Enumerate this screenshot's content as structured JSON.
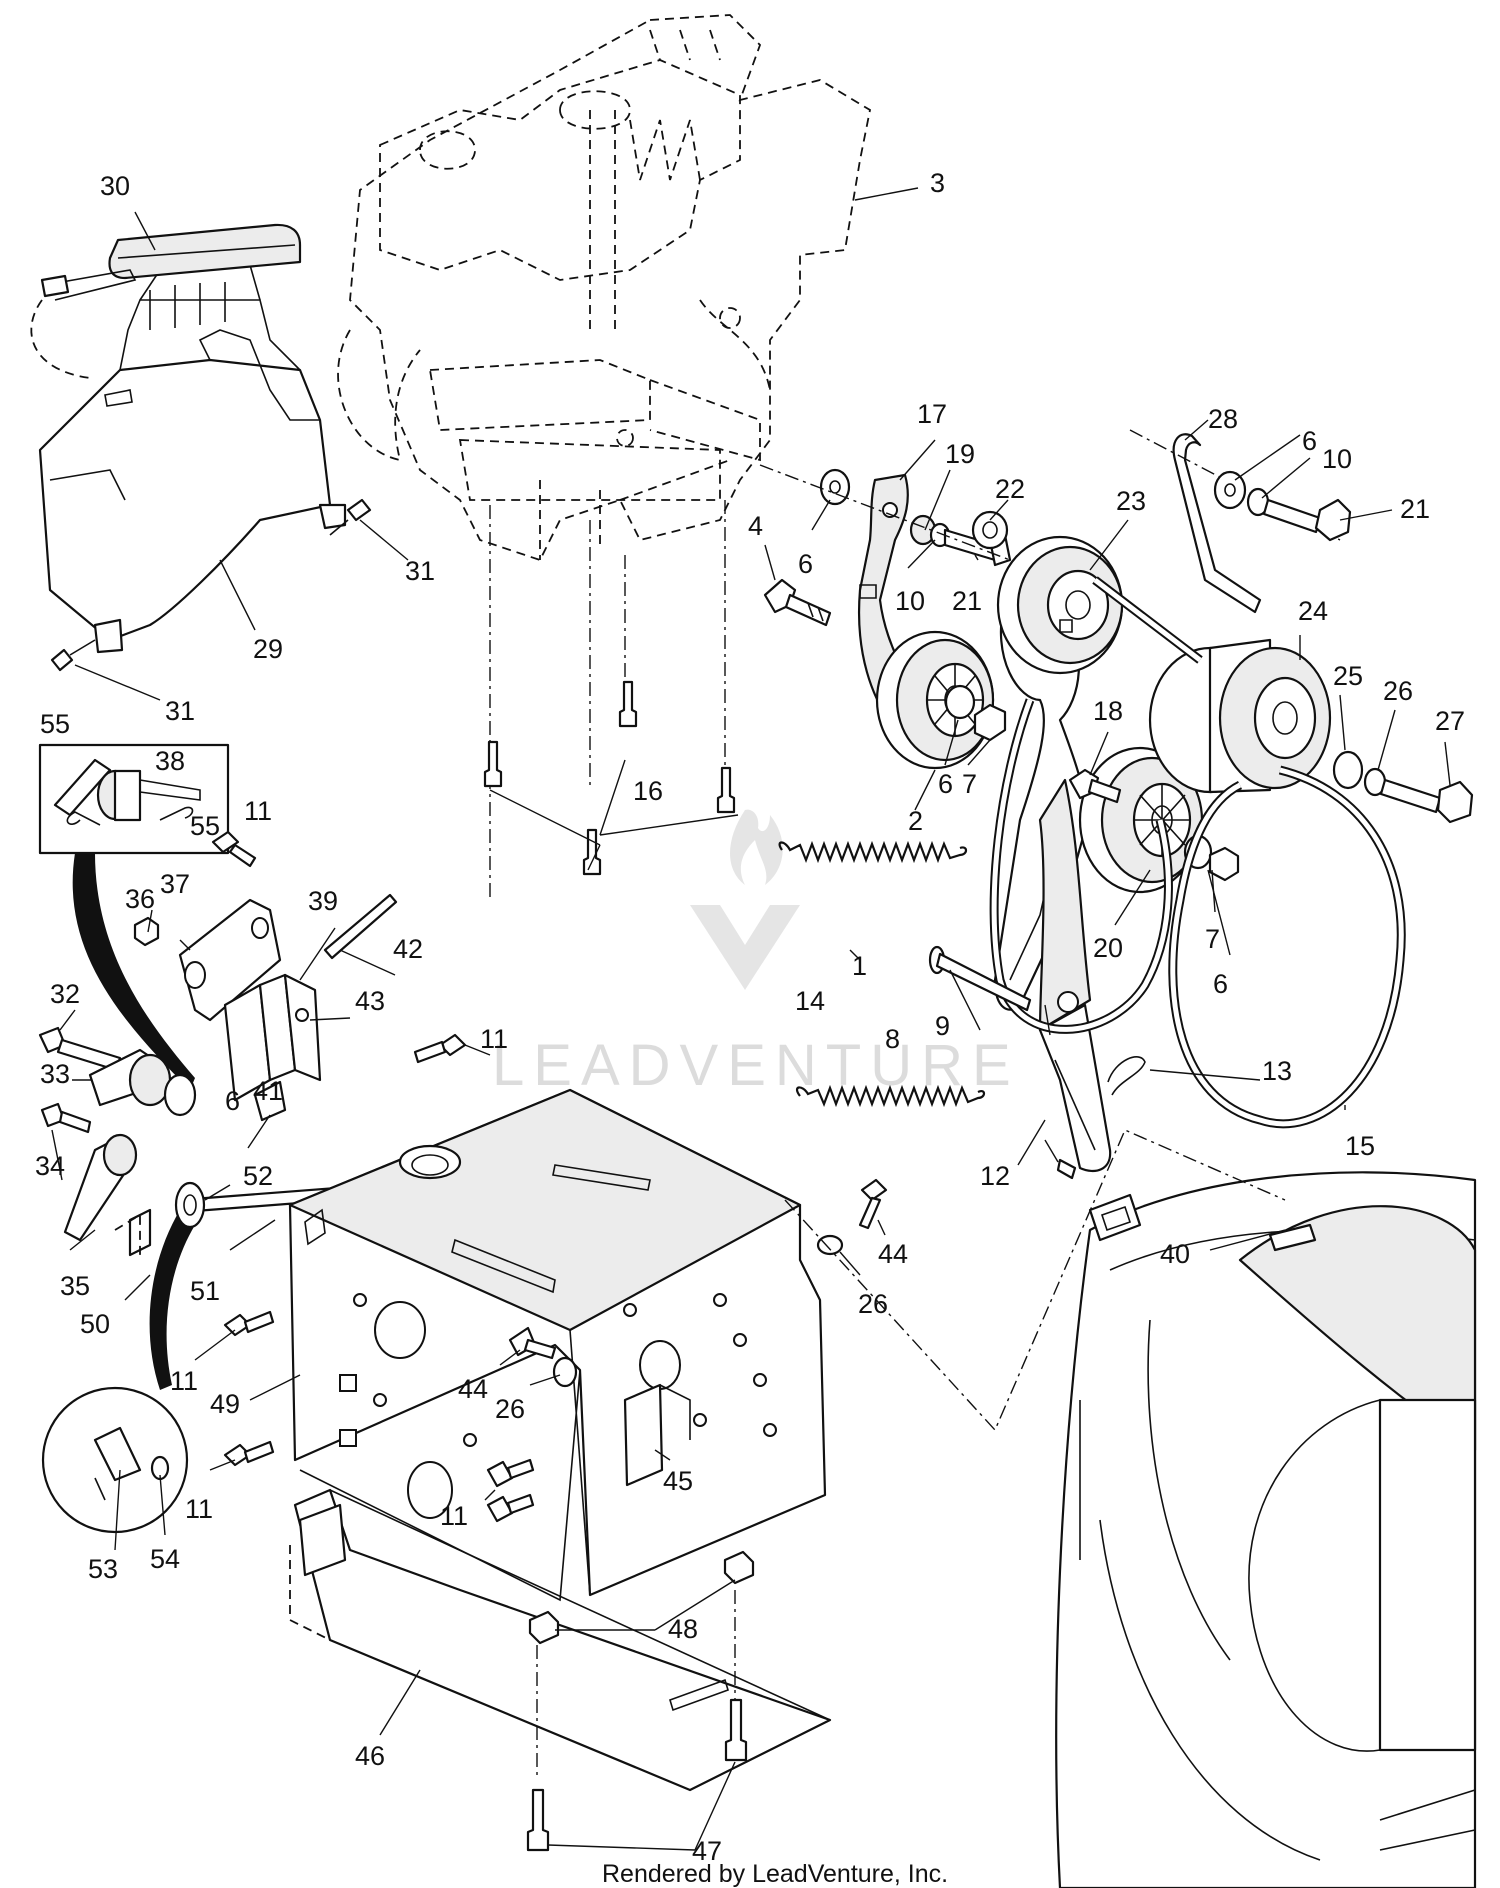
{
  "diagram": {
    "callouts": [
      {
        "id": "c30",
        "text": "30"
      },
      {
        "id": "c3",
        "text": "3"
      },
      {
        "id": "c31a",
        "text": "31"
      },
      {
        "id": "c29",
        "text": "29"
      },
      {
        "id": "c31b",
        "text": "31"
      },
      {
        "id": "c17",
        "text": "17"
      },
      {
        "id": "c19",
        "text": "19"
      },
      {
        "id": "c22",
        "text": "22"
      },
      {
        "id": "c28",
        "text": "28"
      },
      {
        "id": "c6a",
        "text": "6"
      },
      {
        "id": "c10a",
        "text": "10"
      },
      {
        "id": "c21a",
        "text": "21"
      },
      {
        "id": "c4",
        "text": "4"
      },
      {
        "id": "c6b",
        "text": "6"
      },
      {
        "id": "c10b",
        "text": "10"
      },
      {
        "id": "c21b",
        "text": "21"
      },
      {
        "id": "c23",
        "text": "23"
      },
      {
        "id": "c24",
        "text": "24"
      },
      {
        "id": "c25",
        "text": "25"
      },
      {
        "id": "c26a",
        "text": "26"
      },
      {
        "id": "c27",
        "text": "27"
      },
      {
        "id": "c18",
        "text": "18"
      },
      {
        "id": "c6c",
        "text": "6"
      },
      {
        "id": "c7a",
        "text": "7"
      },
      {
        "id": "c2",
        "text": "2"
      },
      {
        "id": "c16",
        "text": "16"
      },
      {
        "id": "c55a",
        "text": "55"
      },
      {
        "id": "c38",
        "text": "38"
      },
      {
        "id": "c55b",
        "text": "55"
      },
      {
        "id": "c11a",
        "text": "11"
      },
      {
        "id": "c1",
        "text": "1"
      },
      {
        "id": "c20",
        "text": "20"
      },
      {
        "id": "c7b",
        "text": "7"
      },
      {
        "id": "c6d",
        "text": "6"
      },
      {
        "id": "c36",
        "text": "36"
      },
      {
        "id": "c37",
        "text": "37"
      },
      {
        "id": "c39",
        "text": "39"
      },
      {
        "id": "c42",
        "text": "42"
      },
      {
        "id": "c32",
        "text": "32"
      },
      {
        "id": "c43",
        "text": "43"
      },
      {
        "id": "c14",
        "text": "14"
      },
      {
        "id": "c8",
        "text": "8"
      },
      {
        "id": "c9",
        "text": "9"
      },
      {
        "id": "c11b",
        "text": "11"
      },
      {
        "id": "c13",
        "text": "13"
      },
      {
        "id": "c33",
        "text": "33"
      },
      {
        "id": "c6e",
        "text": "6"
      },
      {
        "id": "c41",
        "text": "41"
      },
      {
        "id": "c12",
        "text": "12"
      },
      {
        "id": "c15",
        "text": "15"
      },
      {
        "id": "c34",
        "text": "34"
      },
      {
        "id": "c52",
        "text": "52"
      },
      {
        "id": "c44a",
        "text": "44"
      },
      {
        "id": "c40",
        "text": "40"
      },
      {
        "id": "c35",
        "text": "35"
      },
      {
        "id": "c26b",
        "text": "26"
      },
      {
        "id": "c51",
        "text": "51"
      },
      {
        "id": "c50",
        "text": "50"
      },
      {
        "id": "c11c",
        "text": "11"
      },
      {
        "id": "c44b",
        "text": "44"
      },
      {
        "id": "c49",
        "text": "49"
      },
      {
        "id": "c26c",
        "text": "26"
      },
      {
        "id": "c45",
        "text": "45"
      },
      {
        "id": "c11d",
        "text": "11"
      },
      {
        "id": "c11e",
        "text": "11"
      },
      {
        "id": "c53",
        "text": "53"
      },
      {
        "id": "c54",
        "text": "54"
      },
      {
        "id": "c48",
        "text": "48"
      },
      {
        "id": "c46",
        "text": "46"
      },
      {
        "id": "c47",
        "text": "47"
      }
    ],
    "watermark": "LEADVENTURE",
    "credit": "Rendered by LeadVenture, Inc."
  }
}
